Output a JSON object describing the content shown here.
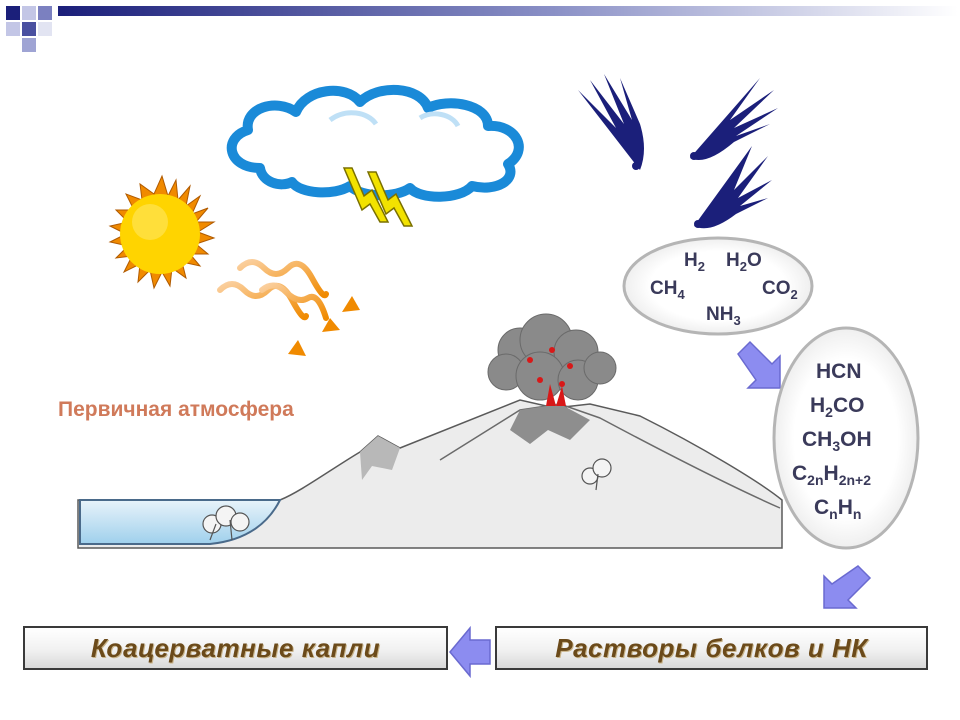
{
  "atmosphere_label": "Первичная атмосфера",
  "gases": {
    "h2": {
      "base": "H",
      "sub": "2"
    },
    "h2o": {
      "base1": "H",
      "sub": "2",
      "base2": "O"
    },
    "ch4": {
      "base": "CH",
      "sub": "4"
    },
    "co2": {
      "base": "CO",
      "sub": "2"
    },
    "nh3": {
      "base": "NH",
      "sub": "3"
    }
  },
  "organics": {
    "hcn": "HCN",
    "h2co": {
      "base1": "H",
      "sub": "2",
      "base2": "CO"
    },
    "ch3oh": {
      "base1": "CH",
      "sub": "3",
      "base2": "OH"
    },
    "alkane": {
      "b1": "C",
      "s1": "2n",
      "b2": "H",
      "s2": "2n+2"
    },
    "cnhn": {
      "b1": "C",
      "s1": "n",
      "b2": "H",
      "s2": "n"
    }
  },
  "boxes": {
    "coacervate": "Коацерватные капли",
    "solutions": "Растворы белков и НК"
  },
  "colors": {
    "accent_navy": "#1b1f7a",
    "arrow_fill": "#8c8cf0",
    "sun": "#ffd400",
    "sun_rays": "#f08a00",
    "cloud": "#1a8ad8",
    "lightning": "#f2e200",
    "caption_text": "#6b4a1a"
  }
}
